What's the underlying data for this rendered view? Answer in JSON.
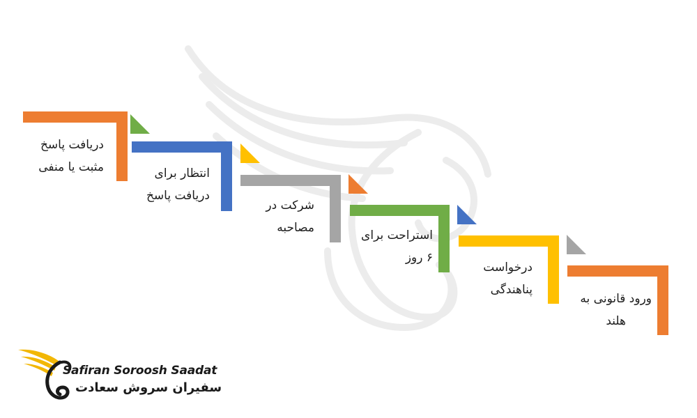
{
  "colors": {
    "orange": "#ED7D31",
    "blue": "#4472C4",
    "gray": "#A5A5A5",
    "yellow": "#FFC000",
    "green": "#70AD47",
    "text": "#1e1e1e"
  },
  "steps": [
    {
      "line1": "دریافت پاسخ",
      "line2": "مثبت یا منفی",
      "color": "orange",
      "arrow_color": "green"
    },
    {
      "line1": "انتظار برای",
      "line2": "دریافت پاسخ",
      "color": "blue",
      "arrow_color": "yellow"
    },
    {
      "line1": "شرکت در",
      "line2": "مصاحبه",
      "color": "gray",
      "arrow_color": "orange"
    },
    {
      "line1": "استراحت برای",
      "line2": "۶ روز",
      "color": "green",
      "arrow_color": "blue"
    },
    {
      "line1": "درخواست",
      "line2": "پناهندگی",
      "color": "yellow",
      "arrow_color": "gray"
    },
    {
      "line1": "ورود قانونی به",
      "line2": "هلند",
      "color": "orange",
      "arrow_color": null
    }
  ],
  "logo": {
    "english": "Safiran Soroosh Saadat",
    "persian": "سفیران سروش سعادت"
  }
}
